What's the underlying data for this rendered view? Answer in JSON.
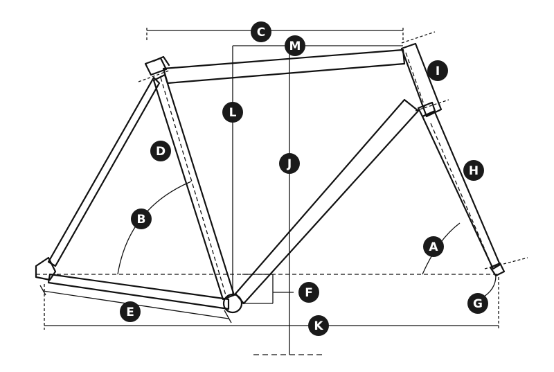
{
  "diagram": {
    "line_color": "#111111",
    "badge_fill": "#1a1a1a",
    "badge_text_color": "#ffffff",
    "labels": {
      "a": "A",
      "b": "B",
      "c": "C",
      "d": "D",
      "e": "E",
      "f": "F",
      "g": "G",
      "h": "H",
      "i": "I",
      "j": "J",
      "k": "K",
      "l": "L",
      "m": "M"
    }
  }
}
